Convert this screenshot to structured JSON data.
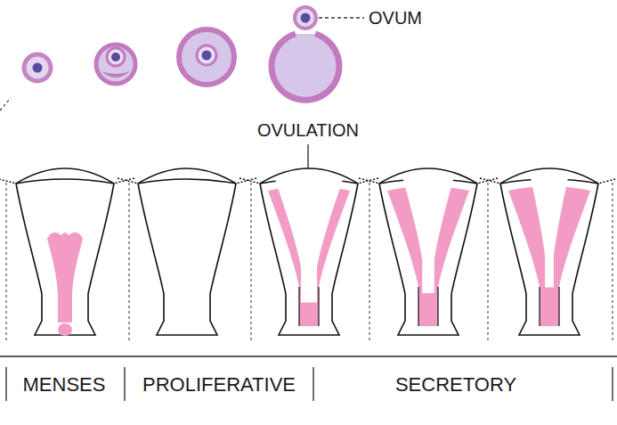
{
  "diagram": {
    "labels": [
      "OVUM",
      "OVULATION",
      "MENSES",
      "PROLIFERATIVE",
      "SECRETORY"
    ]
  }
}
